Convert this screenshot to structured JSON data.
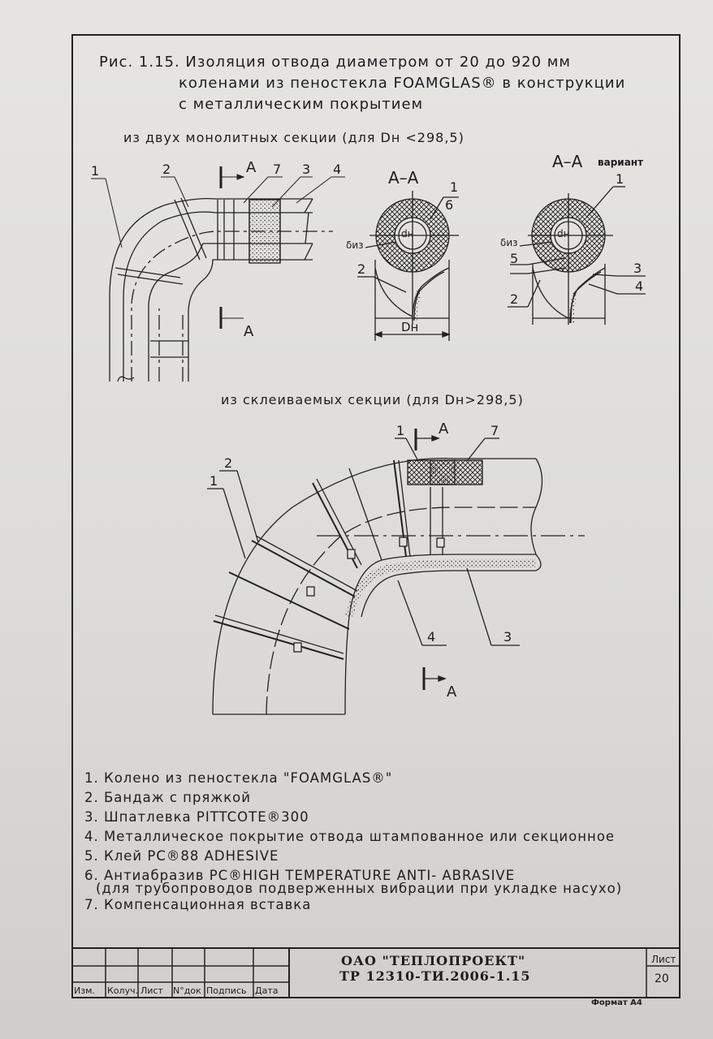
{
  "title": {
    "line1": "Рис. 1.15. Изоляция отвода  диаметром от 20 до 920 мм",
    "line2": "коленами из пеностекла  FOAMGLAS® в конструкции",
    "line3": "с металлическим покрытием"
  },
  "section_monolith": "из двух монолитных секции (для Dн <298,5)",
  "section_glued": "из склеиваемых секции (для Dн>298,5)",
  "labels": {
    "aa": "A–A",
    "aa_variant": "A–A",
    "variant": "вариант",
    "a": "A",
    "dn": "Dн",
    "diz": "δиз",
    "dh": "dн",
    "n1": "1",
    "n2": "2",
    "n3": "3",
    "n4": "4",
    "n5": "5",
    "n6": "6",
    "n7": "7"
  },
  "legend": [
    "1. Колено из пеностекла \"FOAMGLAS®\"",
    "2. Бандаж с пряжкой",
    "3. Шпатлевка  PITTCOTE®300",
    "4. Металлическое покрытие отвода штампованное или секционное",
    "5. Клей PC®88 ADHESIVE",
    "6. Антиабразив PC®HIGH TEMPERATURE ANTI- ABRASIVE",
    "(для трубопроводов подверженных вибрации при укладке насухо)",
    "7. Компенсационная вставка"
  ],
  "title_block": {
    "org": "ОАО \"ТЕПЛОПРОЕКТ\"",
    "code": "ТР 12310-ТИ.2006-1.15",
    "sheet_label": "Лист",
    "sheet_no": "20",
    "cols": [
      "Изм.",
      "Колуч.",
      "Лист",
      "N°док",
      "Подпись",
      "Дата"
    ],
    "format": "Формат А4"
  }
}
